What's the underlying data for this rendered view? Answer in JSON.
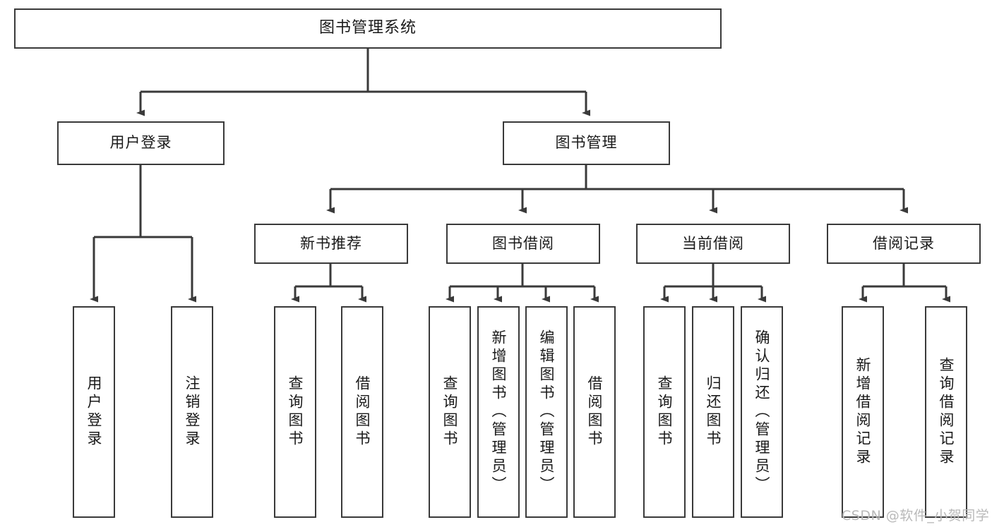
{
  "diagram": {
    "title": "图书管理系统",
    "watermark": "CSDN @软件_小贺同学",
    "edge_color": "#3a3a3a",
    "box_border_color": "#3a3a3a",
    "box_fill_color": "#ffffff",
    "text_color": "#1a1a1a",
    "levels": {
      "root": "图书管理系统",
      "level2": [
        "用户登录",
        "图书管理"
      ],
      "level3": [
        "新书推荐",
        "图书借阅",
        "当前借阅",
        "借阅记录"
      ]
    },
    "nodes": {
      "root": {
        "label": "图书管理系统",
        "orientation": "horizontal"
      },
      "user_login": {
        "label": "用户登录",
        "orientation": "horizontal"
      },
      "book_mgmt": {
        "label": "图书管理",
        "orientation": "horizontal"
      },
      "new_book_rec": {
        "label": "新书推荐",
        "orientation": "horizontal"
      },
      "book_borrow": {
        "label": "图书借阅",
        "orientation": "horizontal"
      },
      "current_borrow": {
        "label": "当前借阅",
        "orientation": "horizontal"
      },
      "borrow_record": {
        "label": "借阅记录",
        "orientation": "horizontal"
      },
      "leaf_user_login": {
        "label": "用户登录",
        "orientation": "vertical"
      },
      "leaf_logout_login": {
        "label": "注销登录",
        "orientation": "vertical"
      },
      "leaf_query_book_1": {
        "label": "查询图书",
        "orientation": "vertical"
      },
      "leaf_borrow_book_1": {
        "label": "借阅图书",
        "orientation": "vertical"
      },
      "leaf_query_book_2": {
        "label": "查询图书",
        "orientation": "vertical"
      },
      "leaf_add_book_admin": {
        "label": "新增图书（管理员）",
        "orientation": "vertical"
      },
      "leaf_edit_book_admin": {
        "label": "编辑图书（管理员）",
        "orientation": "vertical"
      },
      "leaf_borrow_book_2": {
        "label": "借阅图书",
        "orientation": "vertical"
      },
      "leaf_query_book_3": {
        "label": "查询图书",
        "orientation": "vertical"
      },
      "leaf_return_book": {
        "label": "归还图书",
        "orientation": "vertical"
      },
      "leaf_confirm_return_admin": {
        "label": "确认归还（管理员）",
        "orientation": "vertical"
      },
      "leaf_add_borrow_record": {
        "label": "新增借阅记录",
        "orientation": "vertical"
      },
      "leaf_query_borrow_record": {
        "label": "查询借阅记录",
        "orientation": "vertical"
      }
    },
    "tree": {
      "name": "图书管理系统",
      "children": [
        {
          "name": "用户登录",
          "children": [
            {
              "name": "用户登录",
              "children": []
            },
            {
              "name": "注销登录",
              "children": []
            }
          ]
        },
        {
          "name": "图书管理",
          "children": [
            {
              "name": "新书推荐",
              "children": [
                {
                  "name": "查询图书",
                  "children": []
                },
                {
                  "name": "借阅图书",
                  "children": []
                }
              ]
            },
            {
              "name": "图书借阅",
              "children": [
                {
                  "name": "查询图书",
                  "children": []
                },
                {
                  "name": "新增图书（管理员）",
                  "children": []
                },
                {
                  "name": "编辑图书（管理员）",
                  "children": []
                },
                {
                  "name": "借阅图书",
                  "children": []
                }
              ]
            },
            {
              "name": "当前借阅",
              "children": [
                {
                  "name": "查询图书",
                  "children": []
                },
                {
                  "name": "归还图书",
                  "children": []
                },
                {
                  "name": "确认归还（管理员）",
                  "children": []
                }
              ]
            },
            {
              "name": "借阅记录",
              "children": [
                {
                  "name": "新增借阅记录",
                  "children": []
                },
                {
                  "name": "查询借阅记录",
                  "children": []
                }
              ]
            }
          ]
        }
      ]
    }
  }
}
